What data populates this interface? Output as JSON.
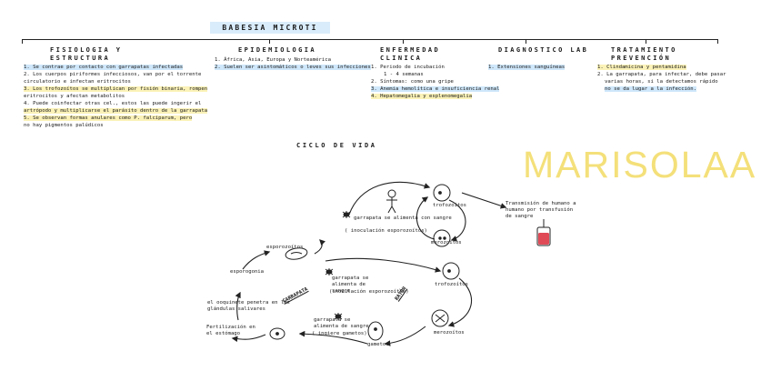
{
  "title": "BABESIA MICROTI",
  "watermark": "MARISOLAA",
  "columns": [
    {
      "heading": "FISIOLOGIA Y ESTRUCTURA",
      "lines": [
        "1. Se contrae por contacto con garrapatas infectadas",
        "2. Los cuerpos piriformes infecciosos, van por el torrente",
        "circulatorio e infectan eritrocitos",
        "3. Los trofozoítos se multiplican por fisión binaria, rompen",
        "eritrocitos y afectan metabolitos",
        "4. Puede coinfectar otras cel., estos las puede ingerir el",
        "artrópodo y multiplicarse el parásito dentro de la garrapata",
        "5. Se observan formas anulares como P. falciparum, pero",
        "no hay pigmentos palúdicos"
      ]
    },
    {
      "heading": "EPIDEMIOLOGIA",
      "lines": [
        "1. África, Asia, Europa y Norteamérica",
        "2. Suelen ser asintomáticos o leves sus infecciones"
      ]
    },
    {
      "heading": "ENFERMEDAD CLINICA",
      "lines": [
        "1. Periodo de incubación",
        "1 - 4 semanas",
        "2. Síntomas: como una gripe",
        "3. Anemia hemolítica e insuficiencia renal",
        "4. Hepatomegalia y esplenomegalia"
      ]
    },
    {
      "heading": "DIAGNOSTICO LAB",
      "lines": [
        "1. Extensiones sanguíneas"
      ]
    },
    {
      "heading": "TRATAMIENTO PREVENCIÓN",
      "lines": [
        "1. Clindamicina y pentamidina",
        "2. La garrapata, para infectar, debe pasar",
        "varias horas, si la detectamos rápido",
        "no se da lugar a la infección."
      ]
    }
  ],
  "cycle": {
    "heading": "CICLO DE VIDA",
    "labels": {
      "garrapata_humano": "garrapata se alimenta con sangre",
      "inoculacion": "( inoculación esporozoítos)",
      "trofozoito_top": "trofozoítos",
      "merozoito_top": "merozoítos",
      "transmision": "Transmisión de humano a humano por transfusión de sangre",
      "esporozoitos": "esporozoítos",
      "esporogonia": "esporogonia",
      "garrapata_raton": "garrapata se alimenta de sangre",
      "inoculacion_raton": "(inoculación esporozoítos)",
      "garrapata_tag": "GARRAPATA",
      "raton_tag": "RATÓN",
      "trofozoito_mid": "trofozoítos",
      "ooquinete": "el ooquinete penetra en las glándulas salivares",
      "merozoito_mid": "merozoítos",
      "garrapata_gametos": "garrapata se alimenta de sangre",
      "ingiere": "( ingiere gametos)",
      "fertilizacion": "Fertilización en el estómago",
      "gametos": "gametos"
    }
  }
}
